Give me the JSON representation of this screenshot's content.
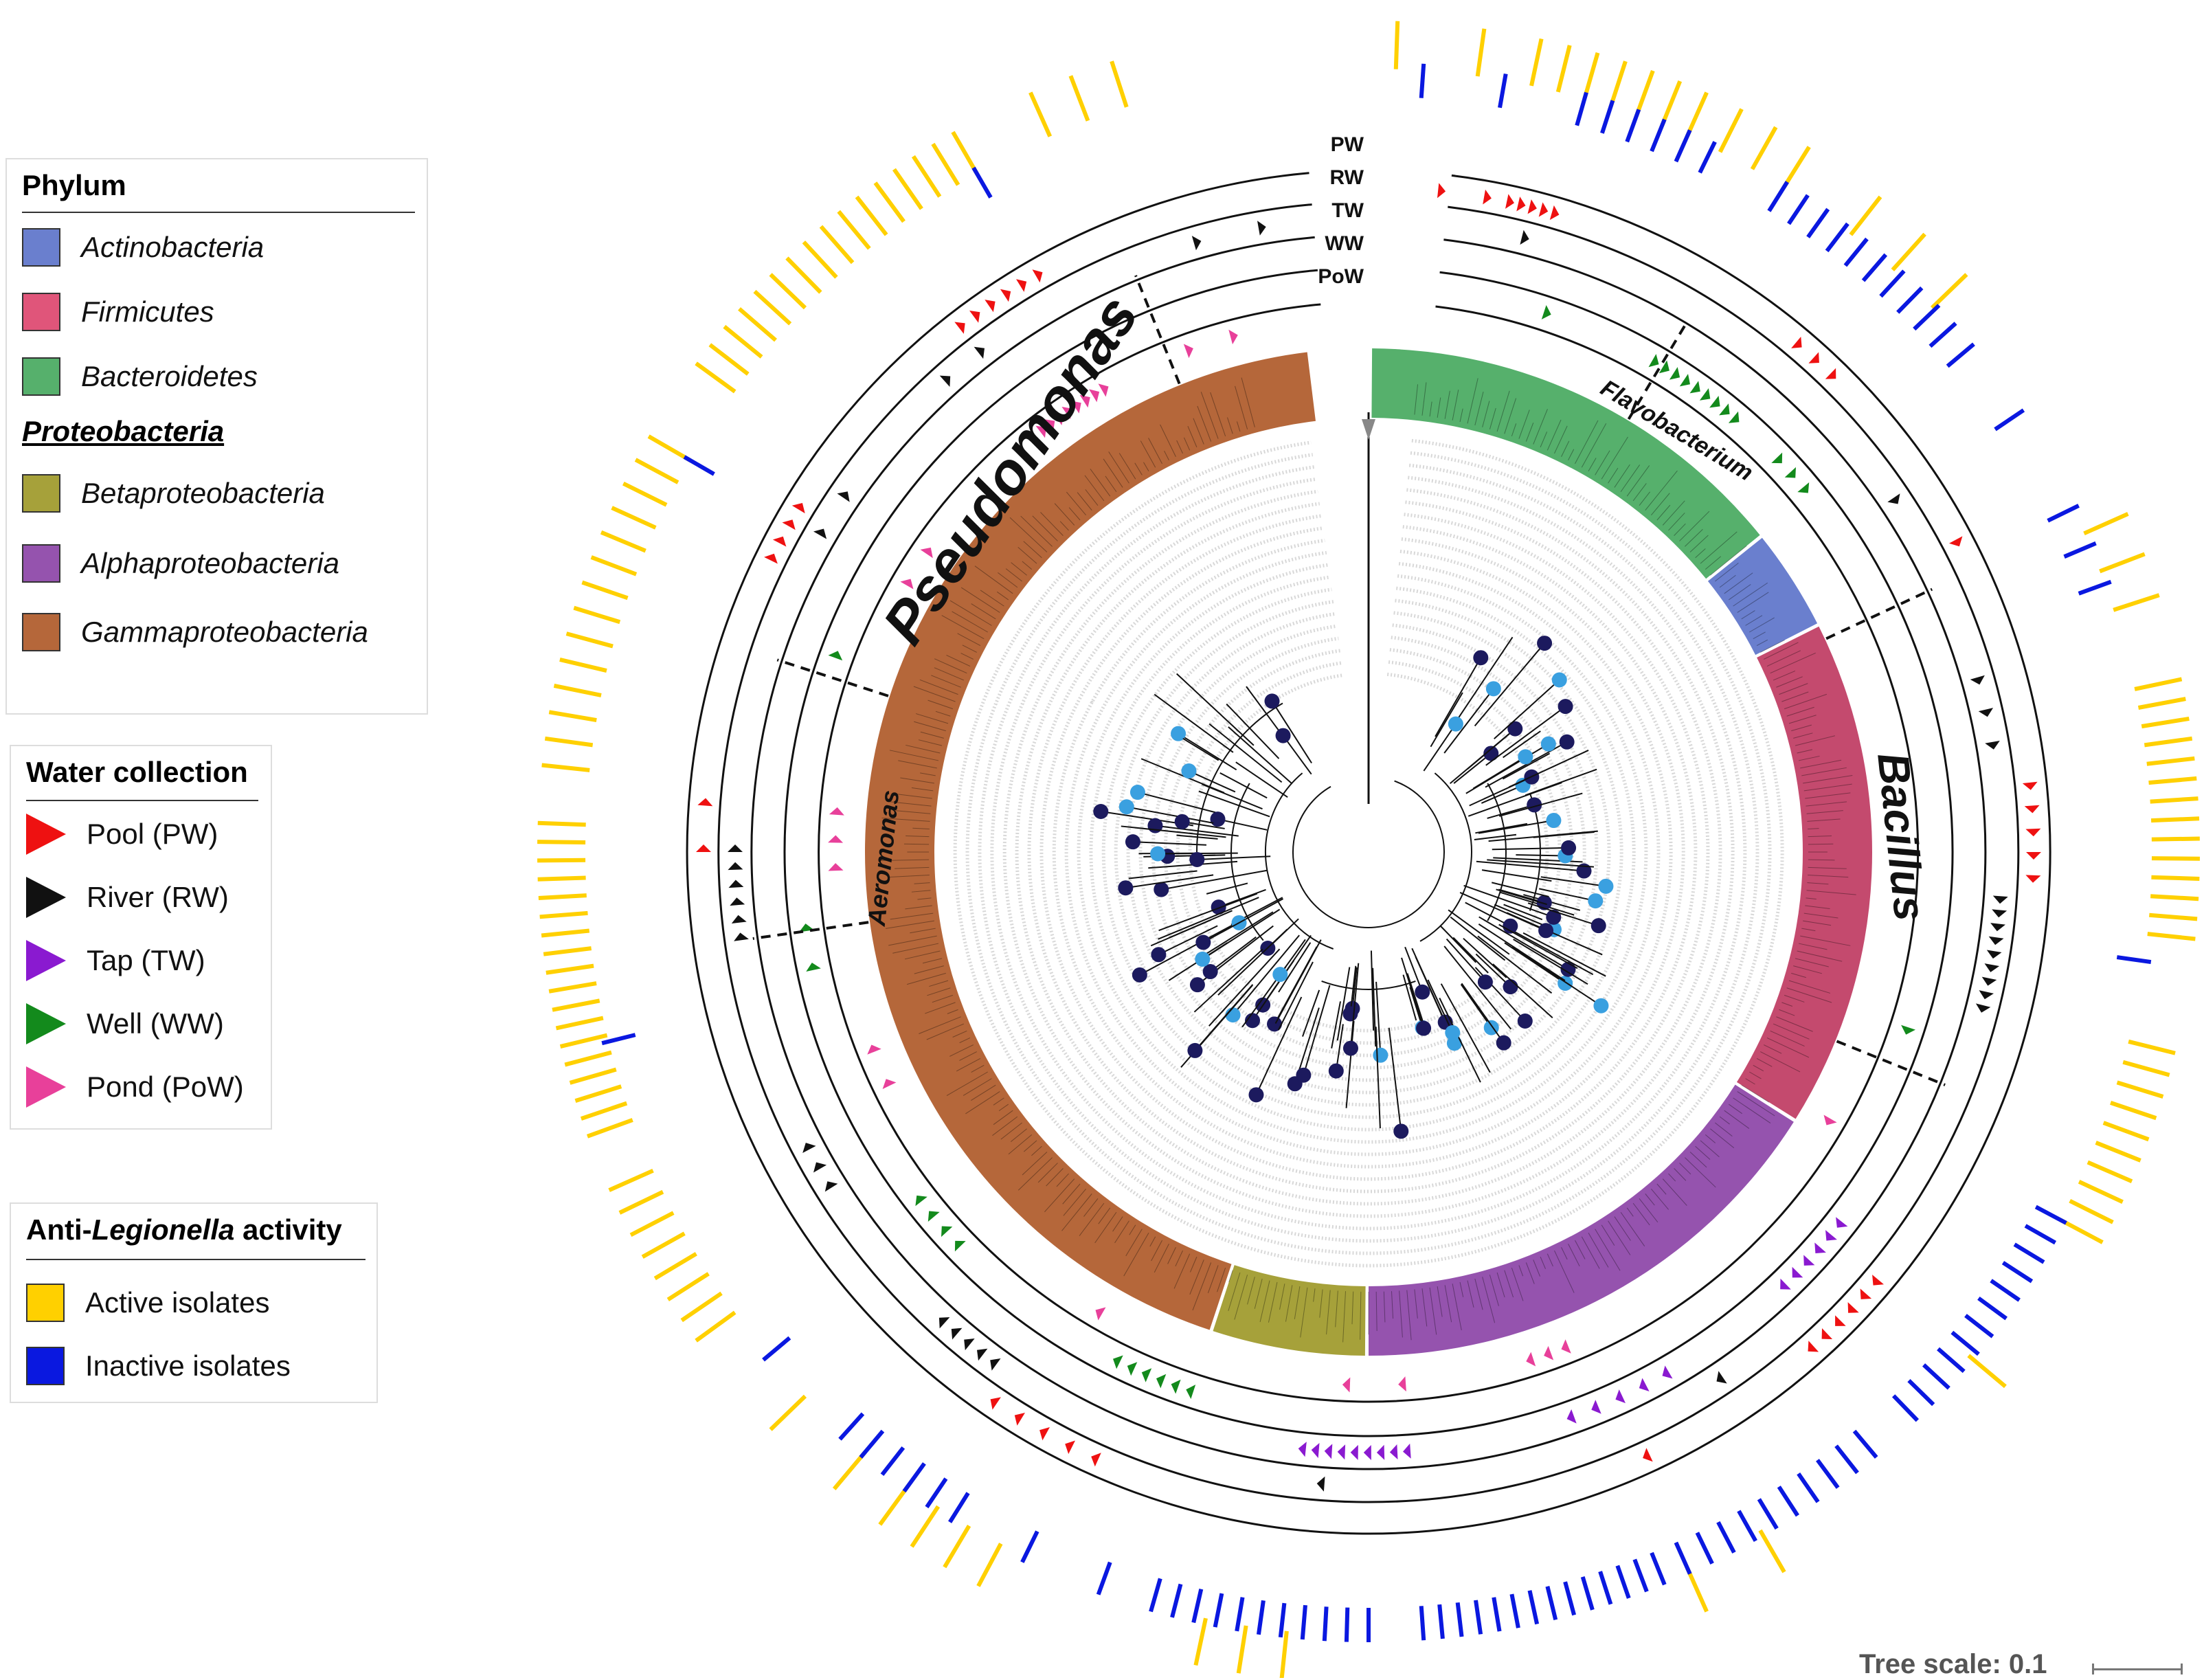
{
  "legend_phylum": {
    "title": "Phylum",
    "actinobacteria": "Actinobacteria",
    "firmicutes": "Firmicutes",
    "bacteroidetes": "Bacteroidetes",
    "proteobacteria": "Proteobacteria",
    "betaproteobacteria": "Betaproteobacteria",
    "alphaproteobacteria": "Alphaproteobacteria",
    "gammaproteobacteria": "Gammaproteobacteria"
  },
  "legend_water": {
    "title": "Water collection",
    "pool": "Pool (PW)",
    "river": "River (RW)",
    "tap": "Tap (TW)",
    "well": "Well (WW)",
    "pond": "Pond (PoW)"
  },
  "legend_activity": {
    "title_prefix": "Anti-",
    "title_italic": "Legionella",
    "title_suffix": " activity",
    "active": "Active isolates",
    "inactive": "Inactive isolates"
  },
  "ring_labels": [
    "PW",
    "RW",
    "TW",
    "WW",
    "PoW"
  ],
  "genus_labels": {
    "pseudomonas": "Pseudomonas",
    "aeromonas": "Aeromonas",
    "flavobacterium": "Flavobacterium",
    "bacillus": "Bacillus"
  },
  "scale": {
    "label": "Tree scale: 0.1"
  },
  "colors": {
    "actinobacteria": "#6a7fce",
    "firmicutes": "#c44a6e",
    "bacteroidetes": "#56b06c",
    "betaproteobacteria": "#a6a13a",
    "alphaproteobacteria": "#9553ae",
    "gammaproteobacteria": "#b5673a",
    "pool": "#ee1111",
    "river": "#111111",
    "tap": "#8a1ad0",
    "well": "#138a1c",
    "pond": "#e8409a",
    "active": "#ffd000",
    "inactive": "#0a18e0",
    "node_dark": "#1c1a5e",
    "node_light": "#3aa0e0"
  }
}
